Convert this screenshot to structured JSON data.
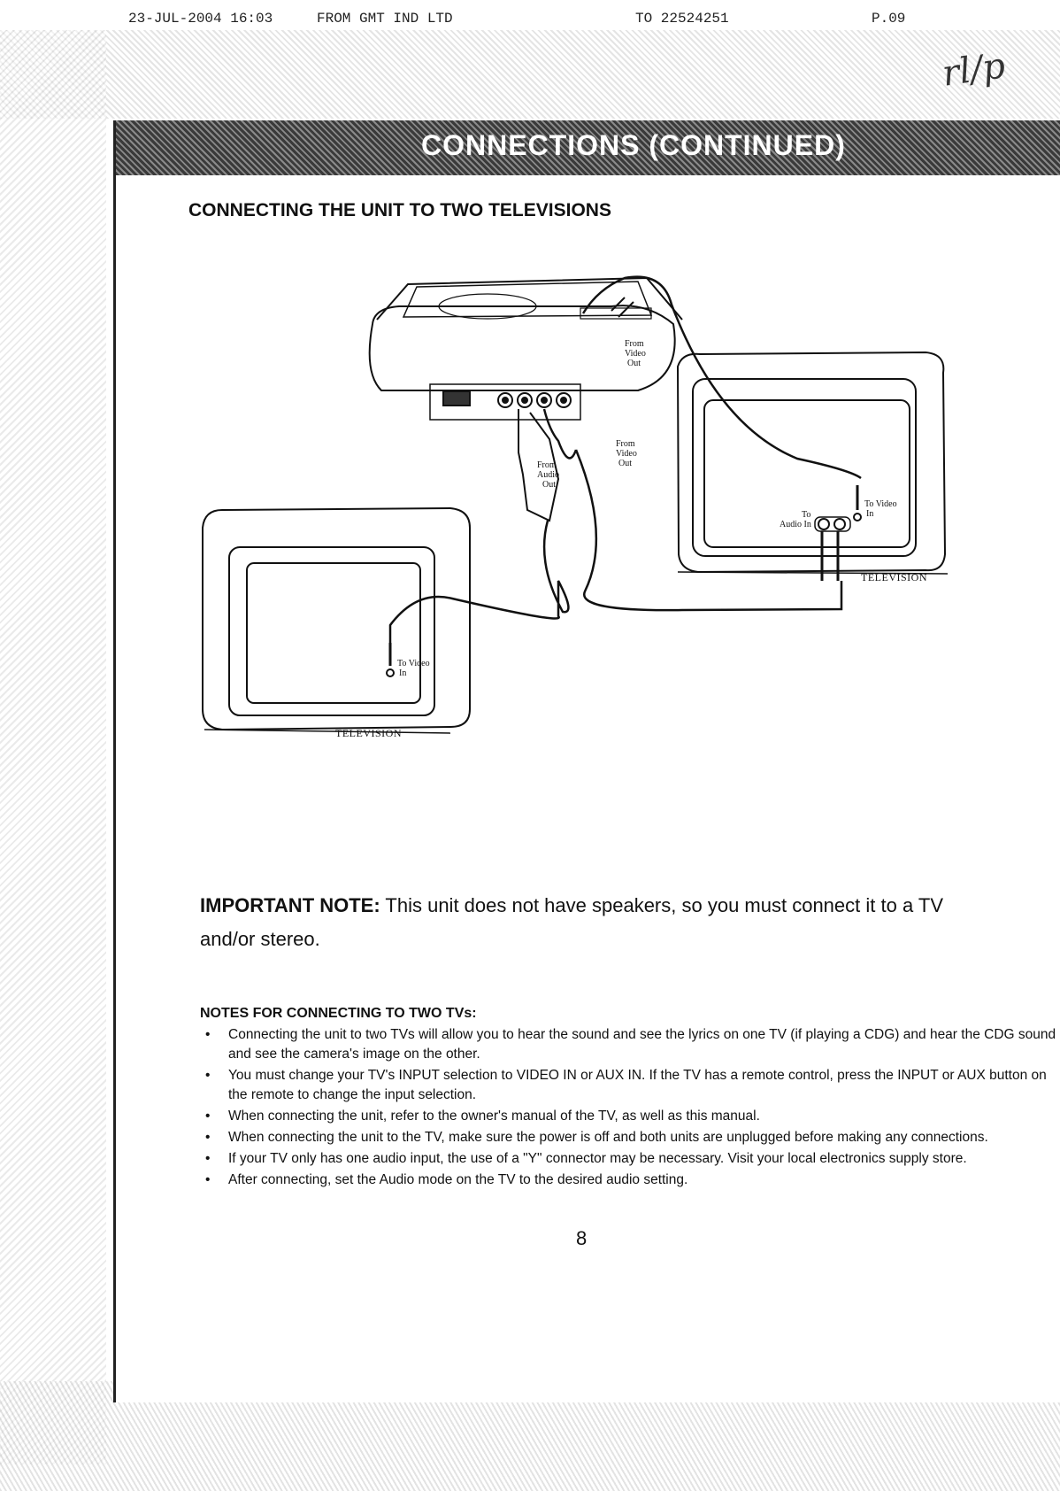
{
  "fax_header": {
    "date_time": "23-JUL-2004  16:03",
    "from": "FROM  GMT IND LTD",
    "to": "TO  22524251",
    "page": "P.09"
  },
  "page_title": "CONNECTIONS (CONTINUED)",
  "section_heading": "CONNECTING THE UNIT TO TWO TELEVISIONS",
  "diagram": {
    "labels": {
      "from_video_out_top": [
        "From",
        "Video",
        "Out"
      ],
      "from_audio_out": [
        "From",
        "Audio",
        "Out"
      ],
      "from_video_out_mid": [
        "From",
        "Video",
        "Out"
      ],
      "to_video_in_right": [
        "To Video",
        "In"
      ],
      "to_audio_in": [
        "To",
        "Audio In"
      ],
      "to_video_in_left": [
        "To Video",
        "In"
      ],
      "television_right": "TELEVISION",
      "television_left": "TELEVISION"
    }
  },
  "important_note": {
    "label": "IMPORTANT NOTE:",
    "text": "This unit does not have speakers, so you must connect it to a TV and/or stereo."
  },
  "notes": {
    "heading": "NOTES FOR CONNECTING TO TWO TVs:",
    "items": [
      "Connecting the unit to two TVs will allow you to hear the sound and see the lyrics on one TV (if playing a CDG) and hear the CDG sound and see the camera's image on the other.",
      "You must change your TV's INPUT selection to VIDEO IN or AUX IN. If the TV has a remote control, press the INPUT or AUX button on the remote to change the input selection.",
      "When connecting the unit, refer to the owner's manual of the TV, as well as this manual.",
      "When connecting the unit to the TV, make sure the power is off and both units are unplugged before making any connections.",
      "If your TV only has one audio input, the use of a \"Y\" connector may be necessary. Visit your local electronics supply store.",
      "After connecting, set the Audio mode on the TV to the desired audio setting."
    ]
  },
  "page_number": "8"
}
